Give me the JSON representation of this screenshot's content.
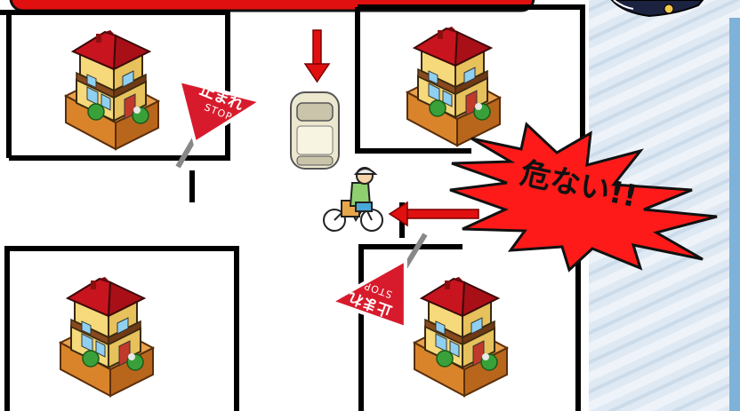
{
  "danger_label": "危ない!!",
  "stop_sign": {
    "jp": "止まれ",
    "en": "STOP",
    "color": "#d81b2c"
  },
  "colors": {
    "arrow": "#e01010",
    "burst": "#ff1a1a",
    "roof": "#c8141e",
    "house_wall": "#f5d97a",
    "fence": "#d9842b",
    "side_panel": "#9fc3dd"
  },
  "icons": [
    "house-icon",
    "stop-sign-icon",
    "car-icon",
    "bicycle-rider-icon",
    "arrow-icon",
    "warning-burst"
  ]
}
